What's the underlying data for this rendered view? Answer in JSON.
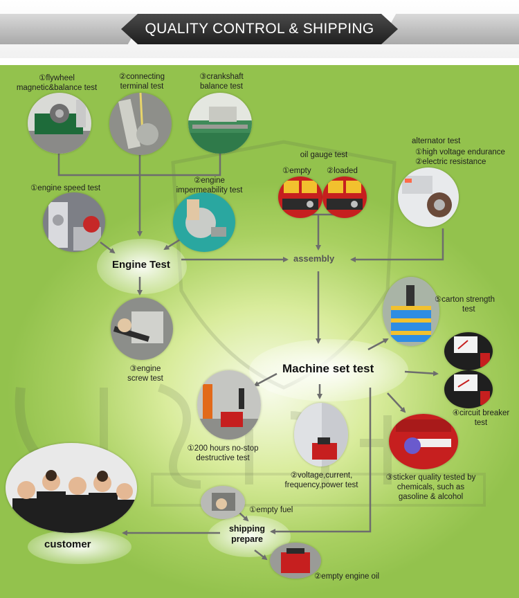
{
  "header": {
    "title": "QUALITY CONTROL & SHIPPING"
  },
  "labels": {
    "flywheel": [
      "①flywheel",
      "magnetic&balance test"
    ],
    "connecting": [
      "②connecting",
      "terminal test"
    ],
    "crankshaft": [
      "③crankshaft",
      "balance test"
    ],
    "engine_speed": "①engine speed test",
    "impermeability": [
      "②engine",
      "impermeability test"
    ],
    "oil_gauge": "oil gauge test",
    "oil_empty": "①empty",
    "oil_loaded": "②loaded",
    "alternator": "alternator test",
    "alt_items": [
      "①high voltage endurance",
      "②electric resistance"
    ],
    "screw": [
      "③engine",
      "screw test"
    ],
    "carton": [
      "⑤carton strength",
      "test"
    ],
    "breaker": [
      "④circuit breaker",
      "test"
    ],
    "destructive": [
      "①200 hours no-stop",
      "destructive test"
    ],
    "voltage": [
      "②voltage,current,",
      "frequency,power test"
    ],
    "sticker": [
      "③sticker quality tested by",
      "chemicals, such as",
      "gasoline & alcohol"
    ],
    "empty_fuel": "①empty fuel",
    "empty_oil": "②empty engine oil"
  },
  "nodes": {
    "engine_test": "Engine Test",
    "assembly": "assembly",
    "machine_set_test": "Machine set test",
    "shipping_prepare": [
      "shipping",
      "prepare"
    ],
    "customer": "customer"
  },
  "icons": [
    "flywheel-photo",
    "terminal-photo",
    "crankshaft-photo",
    "engine-speed-photo",
    "impermeability-photo",
    "oil-gauge-empty-photo",
    "oil-gauge-loaded-photo",
    "alternator-photo",
    "screw-photo",
    "carton-photo",
    "breaker-photo",
    "destructive-photo",
    "voltage-photo",
    "sticker-photo",
    "empty-fuel-photo",
    "empty-oil-photo",
    "customer-photo"
  ],
  "colors": {
    "arrow": "#6d6d6d",
    "title_bg": "#2e2e2e",
    "panel_green": "#a9d061"
  }
}
